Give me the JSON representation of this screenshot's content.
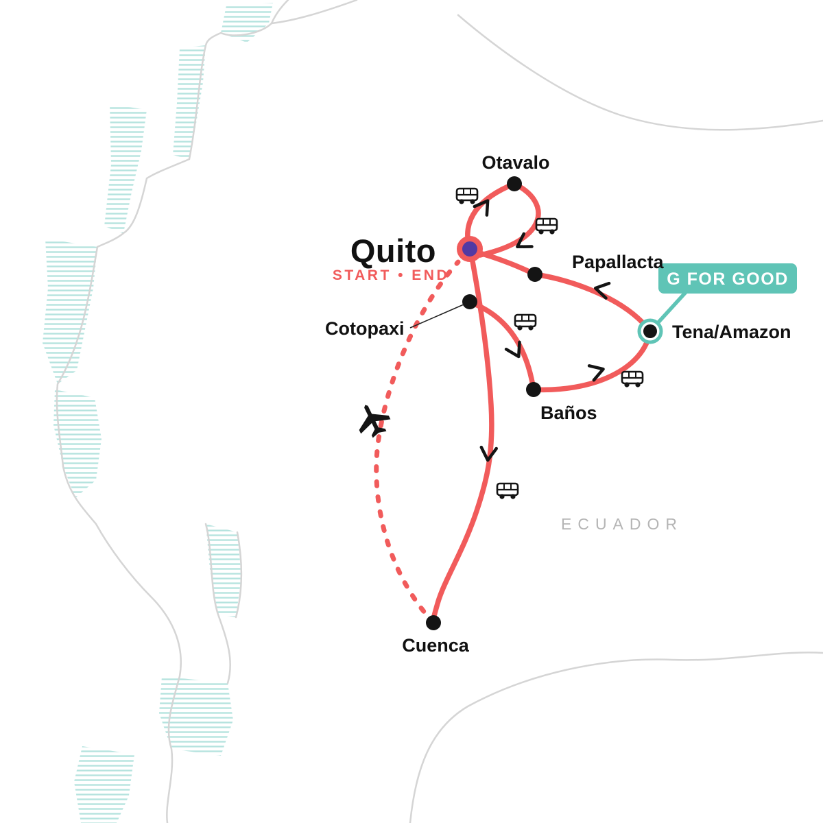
{
  "map": {
    "country": "ECUADOR",
    "badge": {
      "label": "G FOR GOOD"
    },
    "quito": {
      "name": "Quito",
      "subtitle": "START • END"
    },
    "cities": {
      "otavalo": "Otavalo",
      "papallacta": "Papallacta",
      "tena": "Tena/Amazon",
      "banos": "Baños",
      "cotopaxi": "Cotopaxi",
      "cuenca": "Cuenca"
    },
    "colors": {
      "route": "#f15b5b",
      "quito_marker": "#5239a3",
      "badge_teal": "#5fc4b6",
      "water_hatch": "#b5e3df",
      "coast_gray": "#d5d5d5",
      "country_text": "#b5b5b5",
      "marker_black": "#141414"
    },
    "icons": {
      "bus": "bus-icon",
      "plane": "plane-icon",
      "arrow": "direction-arrow"
    }
  }
}
